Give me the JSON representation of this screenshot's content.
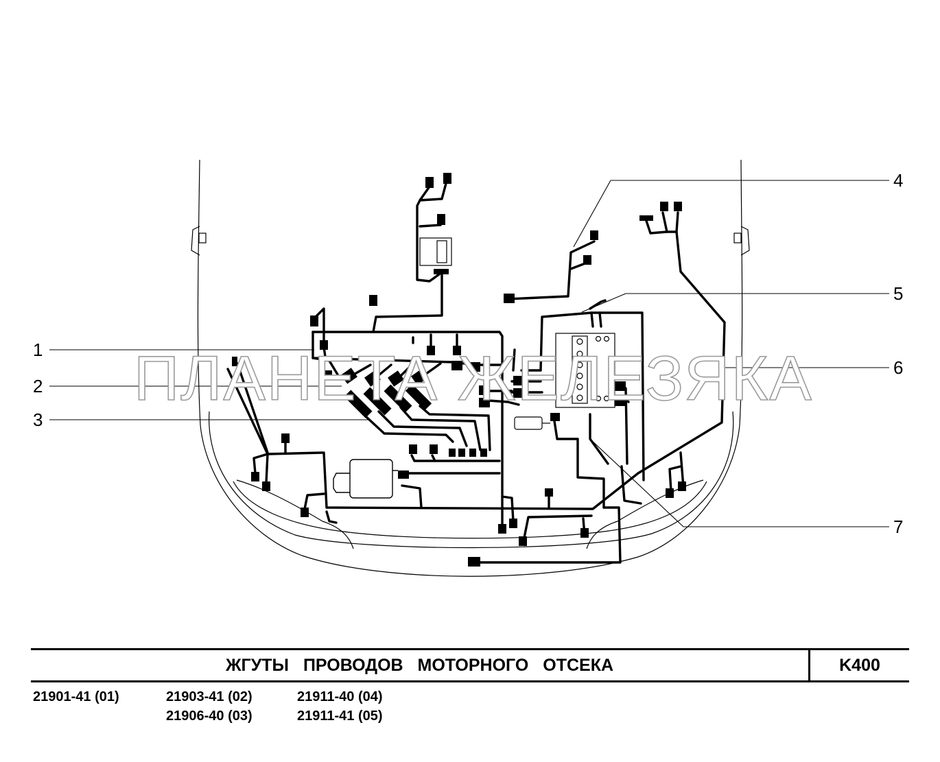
{
  "callouts": [
    "1",
    "2",
    "3",
    "4",
    "5",
    "6",
    "7"
  ],
  "watermark": "ПЛАНЕТА ЖЕЛЕЗЯКА",
  "title_block": {
    "title": "ЖГУТЫ ПРОВОДОВ МОТОРНОГО ОТСЕКА",
    "code": "K400"
  },
  "part_numbers": [
    "21901-41 (01)",
    "21903-41 (02)",
    "21911-40 (04)",
    "21906-40 (03)",
    "21911-41 (05)"
  ]
}
